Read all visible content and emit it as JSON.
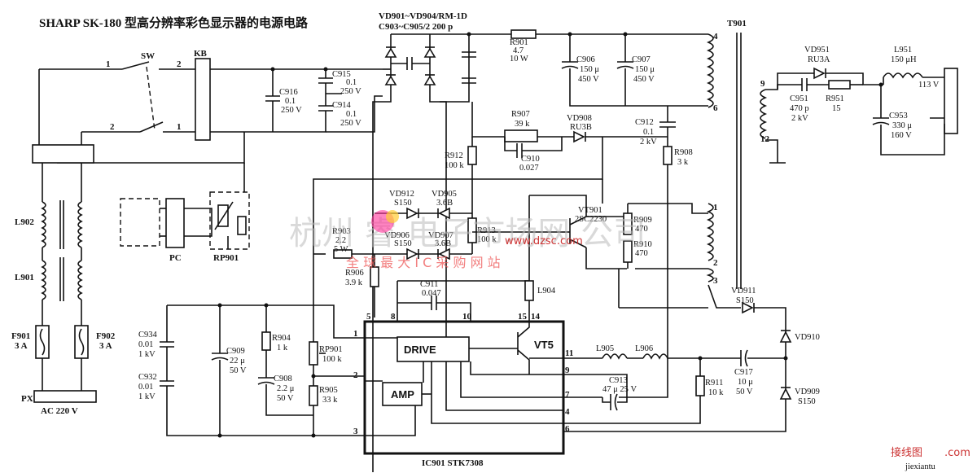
{
  "title": "SHARP SK-180 型高分辨率彩色显示器的电源电路",
  "components": {
    "sw": "SW",
    "kb": "KB",
    "pc": "PC",
    "rp901": "RP901",
    "l902": "L902",
    "l901": "L901",
    "f901": "F901",
    "f901_v": "3 A",
    "f902": "F902",
    "f902_v": "3 A",
    "px": "PX",
    "ac": "AC 220 V",
    "c916": "C916",
    "c916_v1": "0.1",
    "c916_v2": "250 V",
    "c915": "C915",
    "c915_v1": "0.1",
    "c915_v2": "250 V",
    "c914": "C914",
    "c914_v1": "0.1",
    "c914_v2": "250 V",
    "vd901": "VD901~VD904/RM-1D",
    "c903": "C903~C905/2 200 p",
    "r901": "R901",
    "r901_v1": "4.7",
    "r901_v2": "10 W",
    "c906": "C906",
    "c906_v1": "150 μ",
    "c906_v2": "450 V",
    "c907": "C907",
    "c907_v1": "150 μ",
    "c907_v2": "450 V",
    "t901": "T901",
    "r907": "R907",
    "r907_v": "39 k",
    "vd908": "VD908",
    "vd908_v": "RU3B",
    "c910": "C910",
    "c910_v": "0.027",
    "r912": "R912",
    "r912_v": "100 k",
    "c912": "C912",
    "c912_v1": "0.1",
    "c912_v2": "2 kV",
    "r908": "R908",
    "r908_v": "3 k",
    "vd912": "VD912",
    "vd912_v": "S150",
    "vd905": "VD905",
    "vd905_v": "3.6B",
    "vd906": "VD906",
    "vd906_v": "S150",
    "vd907": "VD907",
    "vd907_v": "3.6B",
    "r913": "R913",
    "r913_v": "100 k",
    "vt901": "VT901",
    "vt901_v": "2SC2230",
    "r909": "R909",
    "r909_v": "470",
    "r910": "R910",
    "r910_v": "470",
    "r903": "R903",
    "r903_v1": "2.2",
    "r903_v2": "5 W",
    "r906": "R906",
    "r906_v": "3.9 k",
    "c911": "C911",
    "c911_v": "0.047",
    "l904": "L904",
    "vd911": "VD911",
    "vd911_v": "S150",
    "vd910": "VD910",
    "vd909": "VD909",
    "vd909_v": "S150",
    "c934": "C934",
    "c934_v1": "0.01",
    "c934_v2": "1 kV",
    "c932": "C932",
    "c932_v1": "0.01",
    "c932_v2": "1 kV",
    "c909": "C909",
    "c909_v1": "22 μ",
    "c909_v2": "50 V",
    "r904": "R904",
    "r904_v": "1 k",
    "c908": "C908",
    "c908_v1": "2.2 μ",
    "c908_v2": "50 V",
    "rp901b": "RP901",
    "rp901b_v": "100 k",
    "r905": "R905",
    "r905_v": "33 k",
    "drive": "DRIVE",
    "amp": "AMP",
    "vt5": "VT5",
    "l905": "L905",
    "l906": "L906",
    "c913": "C913",
    "c913_v": "47 μ 25 V",
    "r911": "R911",
    "r911_v": "10 k",
    "c917": "C917",
    "c917_v1": "10 μ",
    "c917_v2": "50 V",
    "ic901": "IC901  STK7308",
    "vd951": "VD951",
    "vd951_v": "RU3A",
    "l951": "L951",
    "l951_v": "150 μH",
    "out_v": "113 V",
    "c951": "C951",
    "c951_v1": "470 p",
    "c951_v2": "2 kV",
    "r951": "R951",
    "r951_v": "15",
    "c953": "C953",
    "c953_v1": "330 μ",
    "c953_v2": "160 V"
  },
  "pins": {
    "p1": "1",
    "p2": "2",
    "p3": "3",
    "p4": "4",
    "p5": "5",
    "p6": "6",
    "p7": "7",
    "p8": "8",
    "p9": "9",
    "p10": "10",
    "p11": "11",
    "p12": "12",
    "p14": "14",
    "p15": "15"
  },
  "watermark": {
    "main": "杭州   睿  电子市场网   公司",
    "sub": "全  球  最  大  I  C  采  购  网  站",
    "url": "www.dzsc.com",
    "corner": "接线图",
    "corner_url": "jiexiantu",
    "corner_dot": ".com"
  }
}
